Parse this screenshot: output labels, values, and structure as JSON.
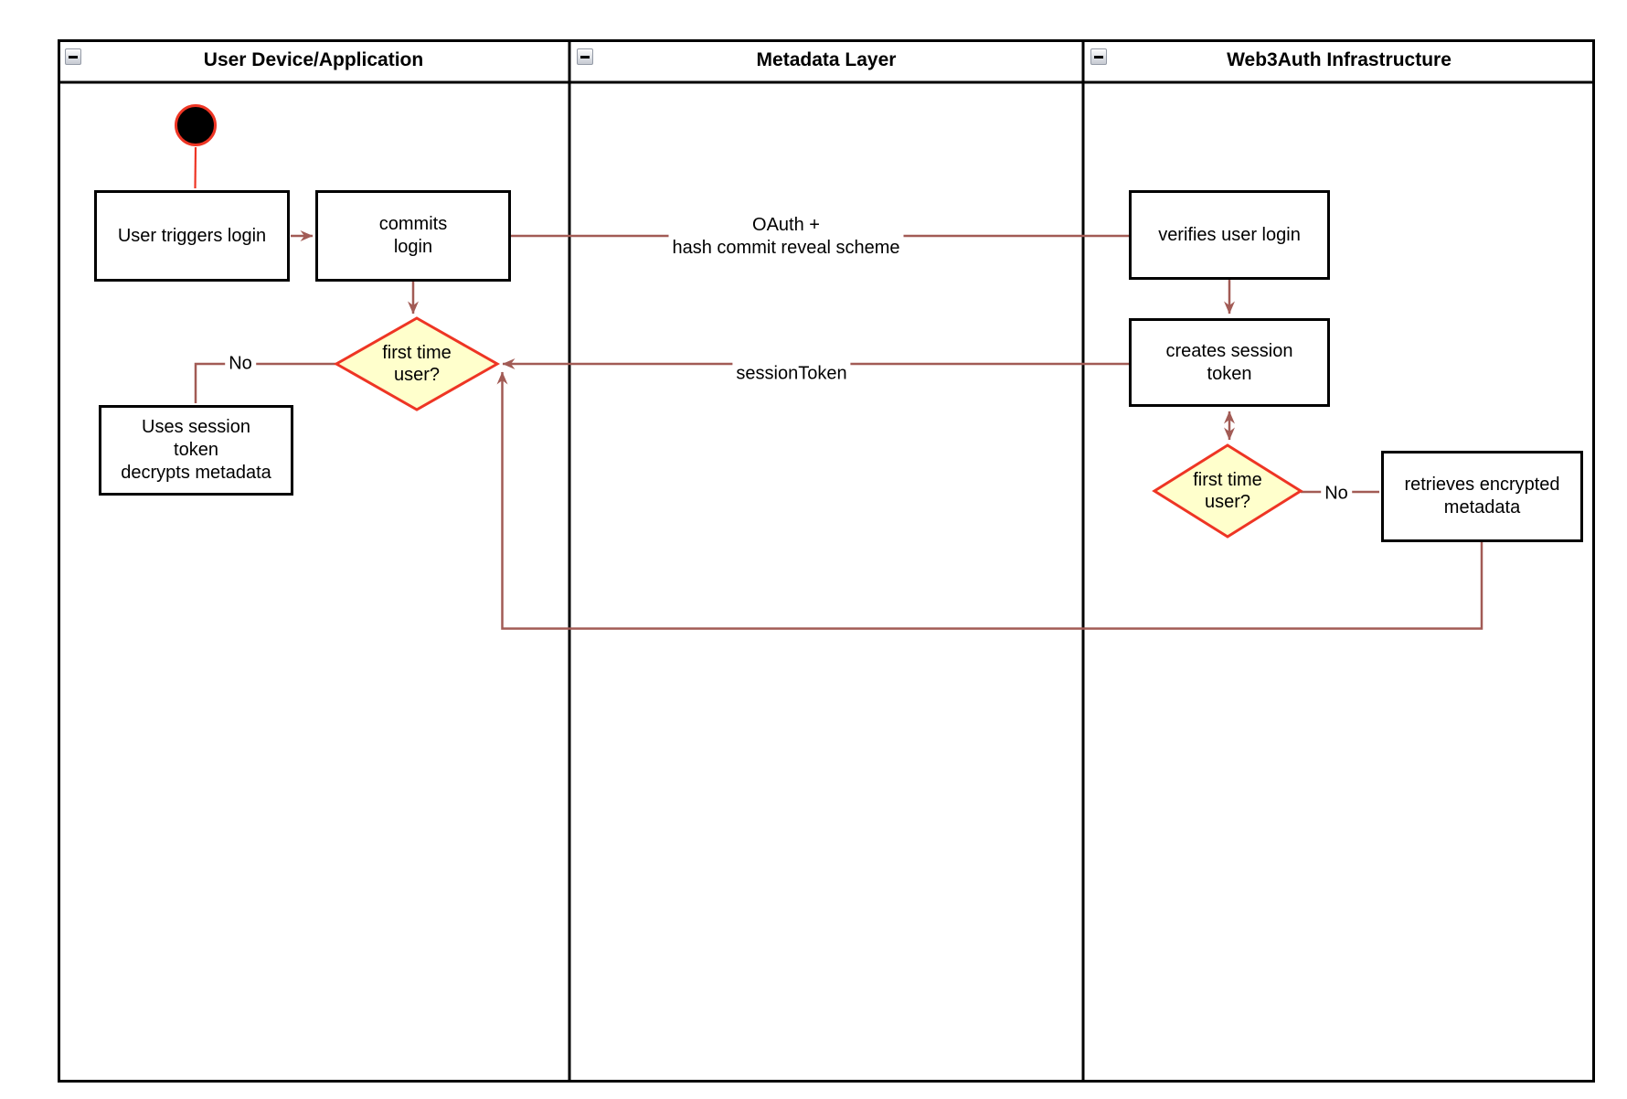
{
  "diagram": {
    "lanes": [
      {
        "title": "User Device/Application"
      },
      {
        "title": "Metadata Layer"
      },
      {
        "title": "Web3Auth Infrastructure"
      }
    ],
    "nodes": {
      "user_triggers_login": "User triggers login",
      "commits_login": "commits\nlogin",
      "uses_session_token": "Uses session\ntoken\ndecrypts metadata",
      "first_time_user_left": "first time\nuser?",
      "verifies_user_login": "verifies user login",
      "creates_session_token": "creates session\ntoken",
      "first_time_user_right": "first time\nuser?",
      "retrieves_encrypted_metadata": "retrieves encrypted\nmetadata"
    },
    "edge_labels": {
      "oauth": "OAuth +\nhash commit reveal scheme",
      "session_token": "sessionToken",
      "no_left": "No",
      "no_right": "No"
    },
    "colors": {
      "arrow": "#a25b55",
      "decision_border": "#ee3524",
      "decision_fill": "#ffffcc",
      "start_fill": "#000000",
      "start_border": "#ee3524"
    }
  }
}
